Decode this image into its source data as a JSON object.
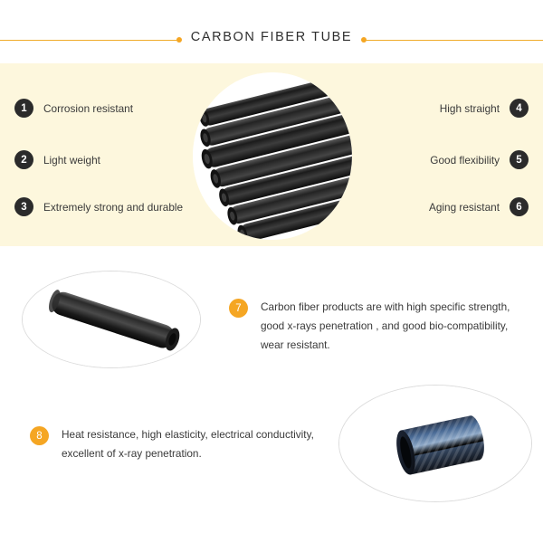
{
  "header": {
    "title": "CARBON FIBER TUBE",
    "rule_color": "#f0ac2a",
    "dot_color": "#f5a623"
  },
  "theme": {
    "panel_background": "#fdf7dd",
    "dark_badge": "#2b2b2b",
    "orange_badge": "#f5a623",
    "text_color": "#3a3a3a",
    "page_background": "#ffffff"
  },
  "feature_panel": {
    "left_features": [
      {
        "number": "1",
        "label": "Corrosion resistant"
      },
      {
        "number": "2",
        "label": "Light weight"
      },
      {
        "number": "3",
        "label": "Extremely strong and durable"
      }
    ],
    "right_features": [
      {
        "number": "4",
        "label": "High straight"
      },
      {
        "number": "5",
        "label": "Good flexibility"
      },
      {
        "number": "6",
        "label": "Aging resistant"
      }
    ],
    "center_image": "carbon-fiber-tubes-stack-photo"
  },
  "middle_section": {
    "image": "single-carbon-fiber-tube-photo",
    "item": {
      "number": "7",
      "lines": [
        "Carbon fiber products are with high specific strength,",
        "good x-rays penetration , and good bio-compatibility,",
        "wear resistant."
      ]
    }
  },
  "bottom_section": {
    "image": "blue-carbon-fiber-tube-photo",
    "item": {
      "number": "8",
      "lines": [
        "Heat resistance, high elasticity, electrical conductivity,",
        "excellent of x-ray penetration."
      ]
    }
  }
}
